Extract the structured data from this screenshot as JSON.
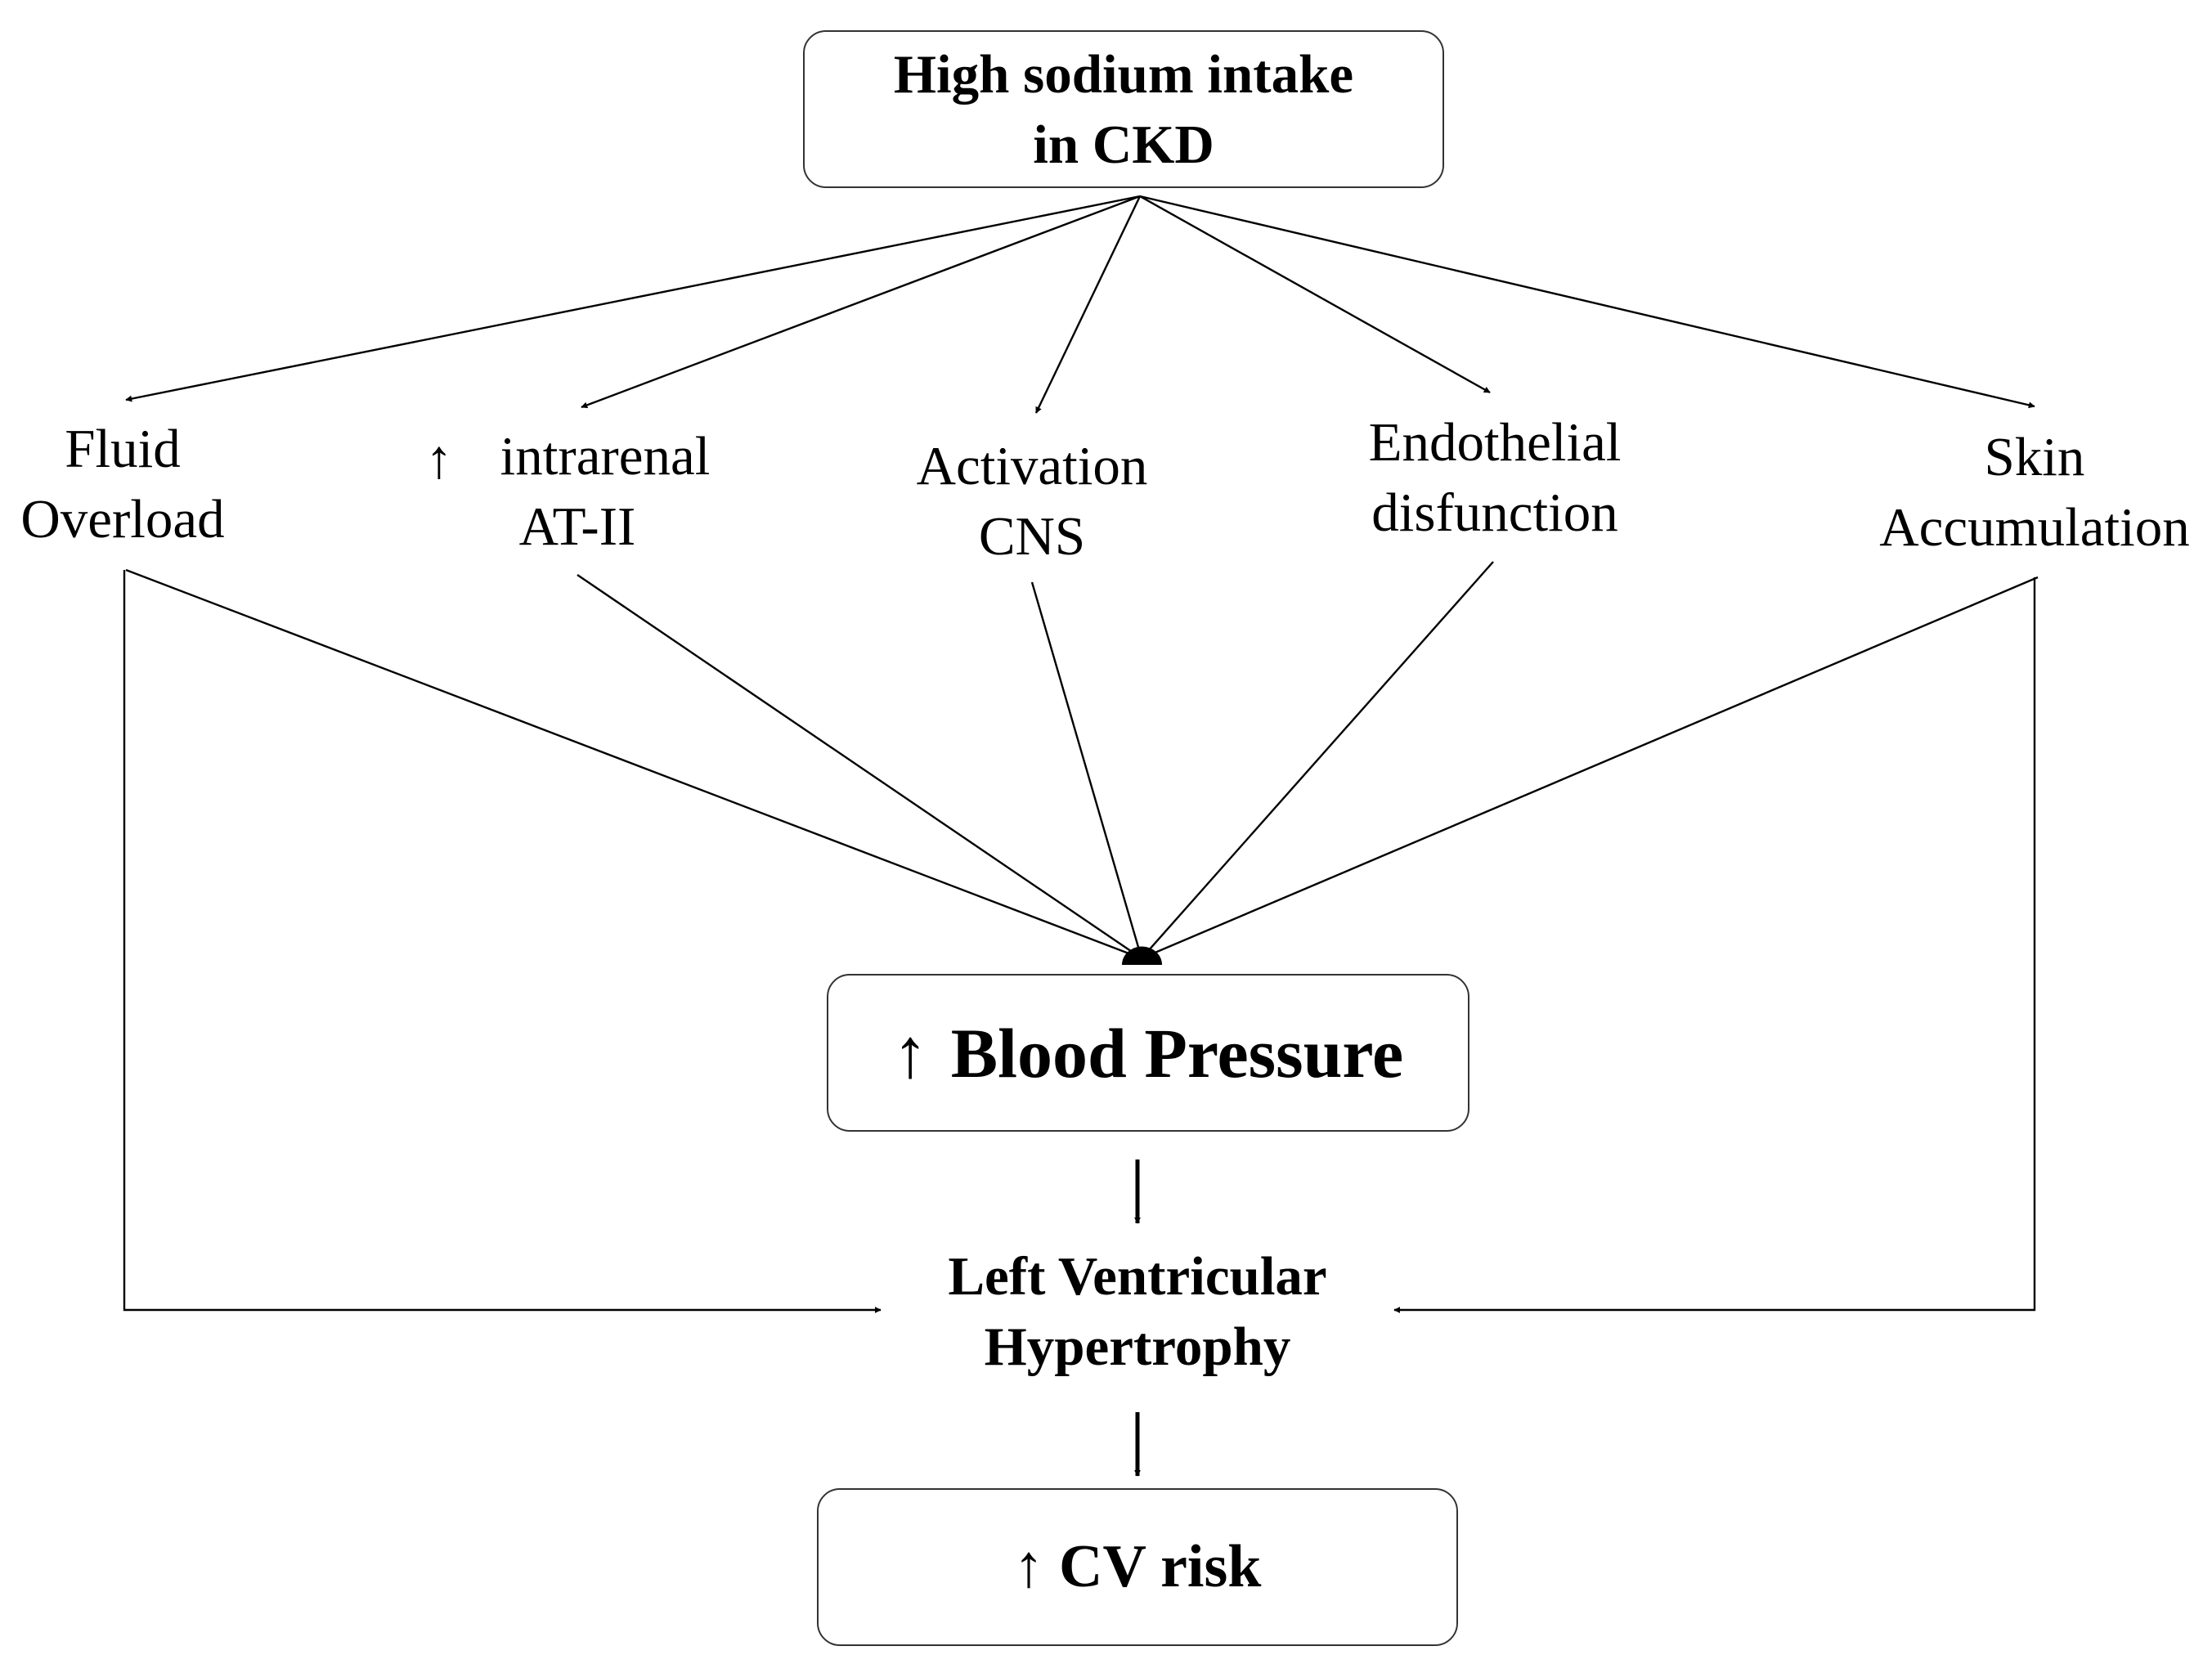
{
  "diagram": {
    "top_node": {
      "line1": "High sodium intake",
      "line2": "in CKD"
    },
    "mechanisms": {
      "fluid": {
        "line1": "Fluid",
        "line2": "Overload"
      },
      "at2": {
        "arrow": "↑",
        "line1": "intrarenal",
        "line2": "AT-II"
      },
      "cns": {
        "line1": "Activation",
        "line2": "CNS"
      },
      "endo": {
        "line1": "Endothelial",
        "line2": "disfunction"
      },
      "skin": {
        "line1": "Skin",
        "line2": "Accumulation"
      }
    },
    "blood_pressure": {
      "arrow": "↑",
      "text": "Blood Pressure"
    },
    "lvh": {
      "line1": "Left Ventricular",
      "line2": "Hypertrophy"
    },
    "cv_risk": {
      "text": "↑ CV risk"
    }
  }
}
